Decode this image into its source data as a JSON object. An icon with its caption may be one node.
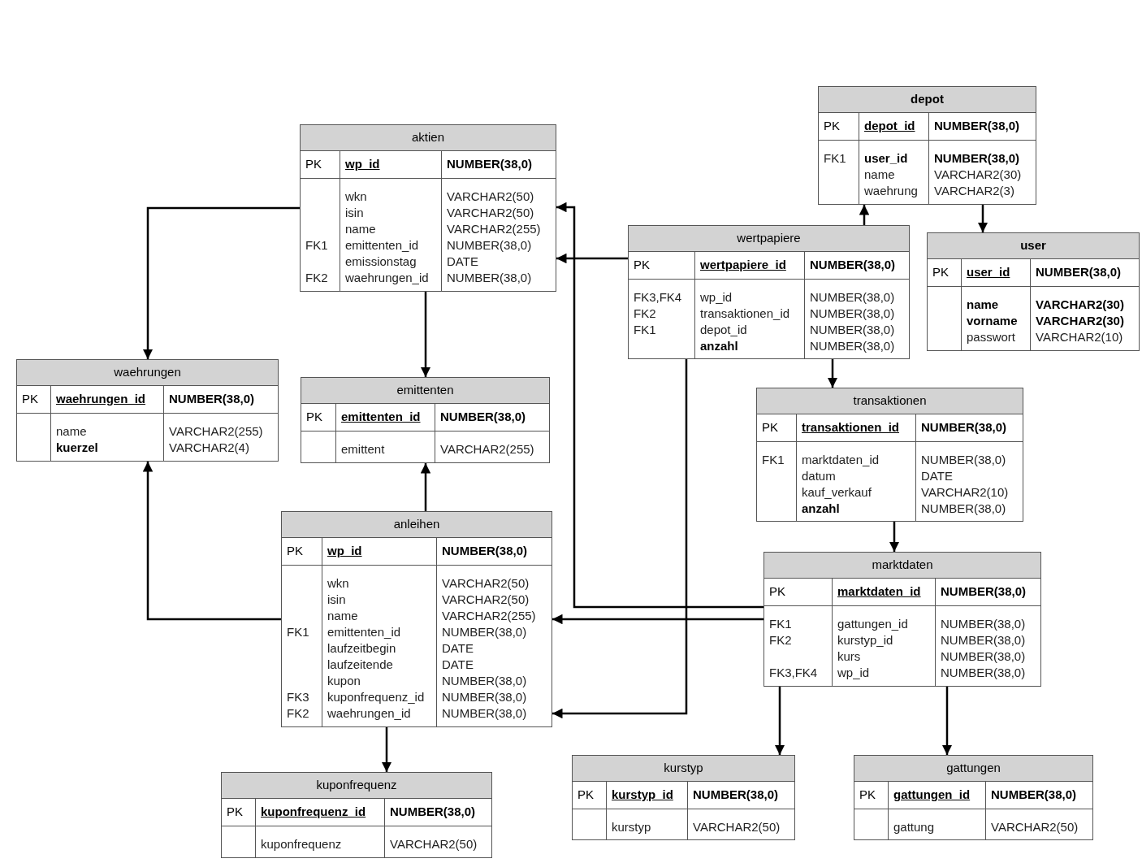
{
  "diagram": {
    "nodes": [
      {
        "text": [
          "depot",
          "PK",
          "depot_id",
          "NUMBER(38,0)",
          "FK1",
          "user_id",
          "name",
          "waehrung",
          "NUMBER(38,0)",
          "VARCHAR2(30)",
          "VARCHAR2(3)"
        ]
      },
      {
        "text": [
          "aktien",
          "PK",
          "wp_id",
          "NUMBER(38,0)",
          "FK1",
          "FK2",
          "wkn",
          "isin",
          "name",
          "emittenten_id",
          "emissionstag",
          "waehrungen_id",
          "VARCHAR2(50)",
          "VARCHAR2(50)",
          "VARCHAR2(255)",
          "NUMBER(38,0)",
          "DATE",
          "NUMBER(38,0)"
        ]
      },
      {
        "text": [
          "wertpapiere",
          "PK",
          "wertpapiere_id",
          "NUMBER(38,0)",
          "FK3,FK4",
          "FK2",
          "FK1",
          "wp_id",
          "transaktionen_id",
          "depot_id",
          "anzahl",
          "NUMBER(38,0)",
          "NUMBER(38,0)",
          "NUMBER(38,0)",
          "NUMBER(38,0)"
        ]
      },
      {
        "text": [
          "user",
          "PK",
          "user_id",
          "NUMBER(38,0)",
          "name",
          "vorname",
          "passwort",
          "VARCHAR2(30)",
          "VARCHAR2(30)",
          "VARCHAR2(10)"
        ]
      },
      {
        "text": [
          "waehrungen",
          "PK",
          "waehrungen_id",
          "NUMBER(38,0)",
          "name",
          "kuerzel",
          "VARCHAR2(255)",
          "VARCHAR2(4)"
        ]
      },
      {
        "text": [
          "emittenten",
          "PK",
          "emittenten_id",
          "NUMBER(38,0)",
          "emittent",
          "VARCHAR2(255)"
        ]
      },
      {
        "text": [
          "transaktionen",
          "PK",
          "transaktionen_id",
          "NUMBER(38,0)",
          "FK1",
          "marktdaten_id",
          "datum",
          "kauf_verkauf",
          "anzahl",
          "NUMBER(38,0)",
          "DATE",
          "VARCHAR2(10)",
          "NUMBER(38,0)"
        ]
      },
      {
        "text": [
          "anleihen",
          "PK",
          "wp_id",
          "NUMBER(38,0)",
          "FK1",
          "FK3",
          "FK2",
          "wkn",
          "isin",
          "name",
          "emittenten_id",
          "laufzeitbegin",
          "laufzeitende",
          "kupon",
          "kuponfrequenz_id",
          "waehrungen_id",
          "VARCHAR2(50)",
          "VARCHAR2(50)",
          "VARCHAR2(255)",
          "NUMBER(38,0)",
          "DATE",
          "DATE",
          "NUMBER(38,0)",
          "NUMBER(38,0)",
          "NUMBER(38,0)"
        ]
      },
      {
        "text": [
          "marktdaten",
          "PK",
          "marktdaten_id",
          "NUMBER(38,0)",
          "FK1",
          "FK2",
          "FK3,FK4",
          "gattungen_id",
          "kurstyp_id",
          "kurs",
          "wp_id",
          "NUMBER(38,0)",
          "NUMBER(38,0)",
          "NUMBER(38,0)",
          "NUMBER(38,0)"
        ]
      },
      {
        "text": [
          "kuponfrequenz",
          "PK",
          "kuponfrequenz_id",
          "NUMBER(38,0)",
          "kuponfrequenz",
          "VARCHAR2(50)"
        ]
      },
      {
        "text": [
          "kurstyp",
          "PK",
          "kurstyp_id",
          "NUMBER(38,0)",
          "kurstyp",
          "VARCHAR2(50)"
        ]
      },
      {
        "text": [
          "gattungen",
          "PK",
          "gattungen_id",
          "NUMBER(38,0)",
          "gattung",
          "VARCHAR2(50)"
        ]
      }
    ],
    "edges": [
      {
        "from": 1,
        "to": 4,
        "arrow": "to"
      },
      {
        "from": 1,
        "to": 5,
        "arrow": "to"
      },
      {
        "from": 2,
        "to": 1,
        "arrow": "to"
      },
      {
        "from": 2,
        "to": 0,
        "arrow": "to"
      },
      {
        "from": 0,
        "to": 3,
        "arrow": "to"
      },
      {
        "from": 2,
        "to": 6,
        "arrow": "to"
      },
      {
        "from": 2,
        "to": 7,
        "arrow": "to"
      },
      {
        "from": 6,
        "to": 8,
        "arrow": "to"
      },
      {
        "from": 8,
        "to": 1,
        "arrow": "to"
      },
      {
        "from": 8,
        "to": 7,
        "arrow": "to"
      },
      {
        "from": 7,
        "to": 4,
        "arrow": "to"
      },
      {
        "from": 7,
        "to": 5,
        "arrow": "to"
      },
      {
        "from": 7,
        "to": 9,
        "arrow": "to"
      },
      {
        "from": 8,
        "to": 10,
        "arrow": "to"
      },
      {
        "from": 8,
        "to": 11,
        "arrow": "to"
      }
    ]
  }
}
